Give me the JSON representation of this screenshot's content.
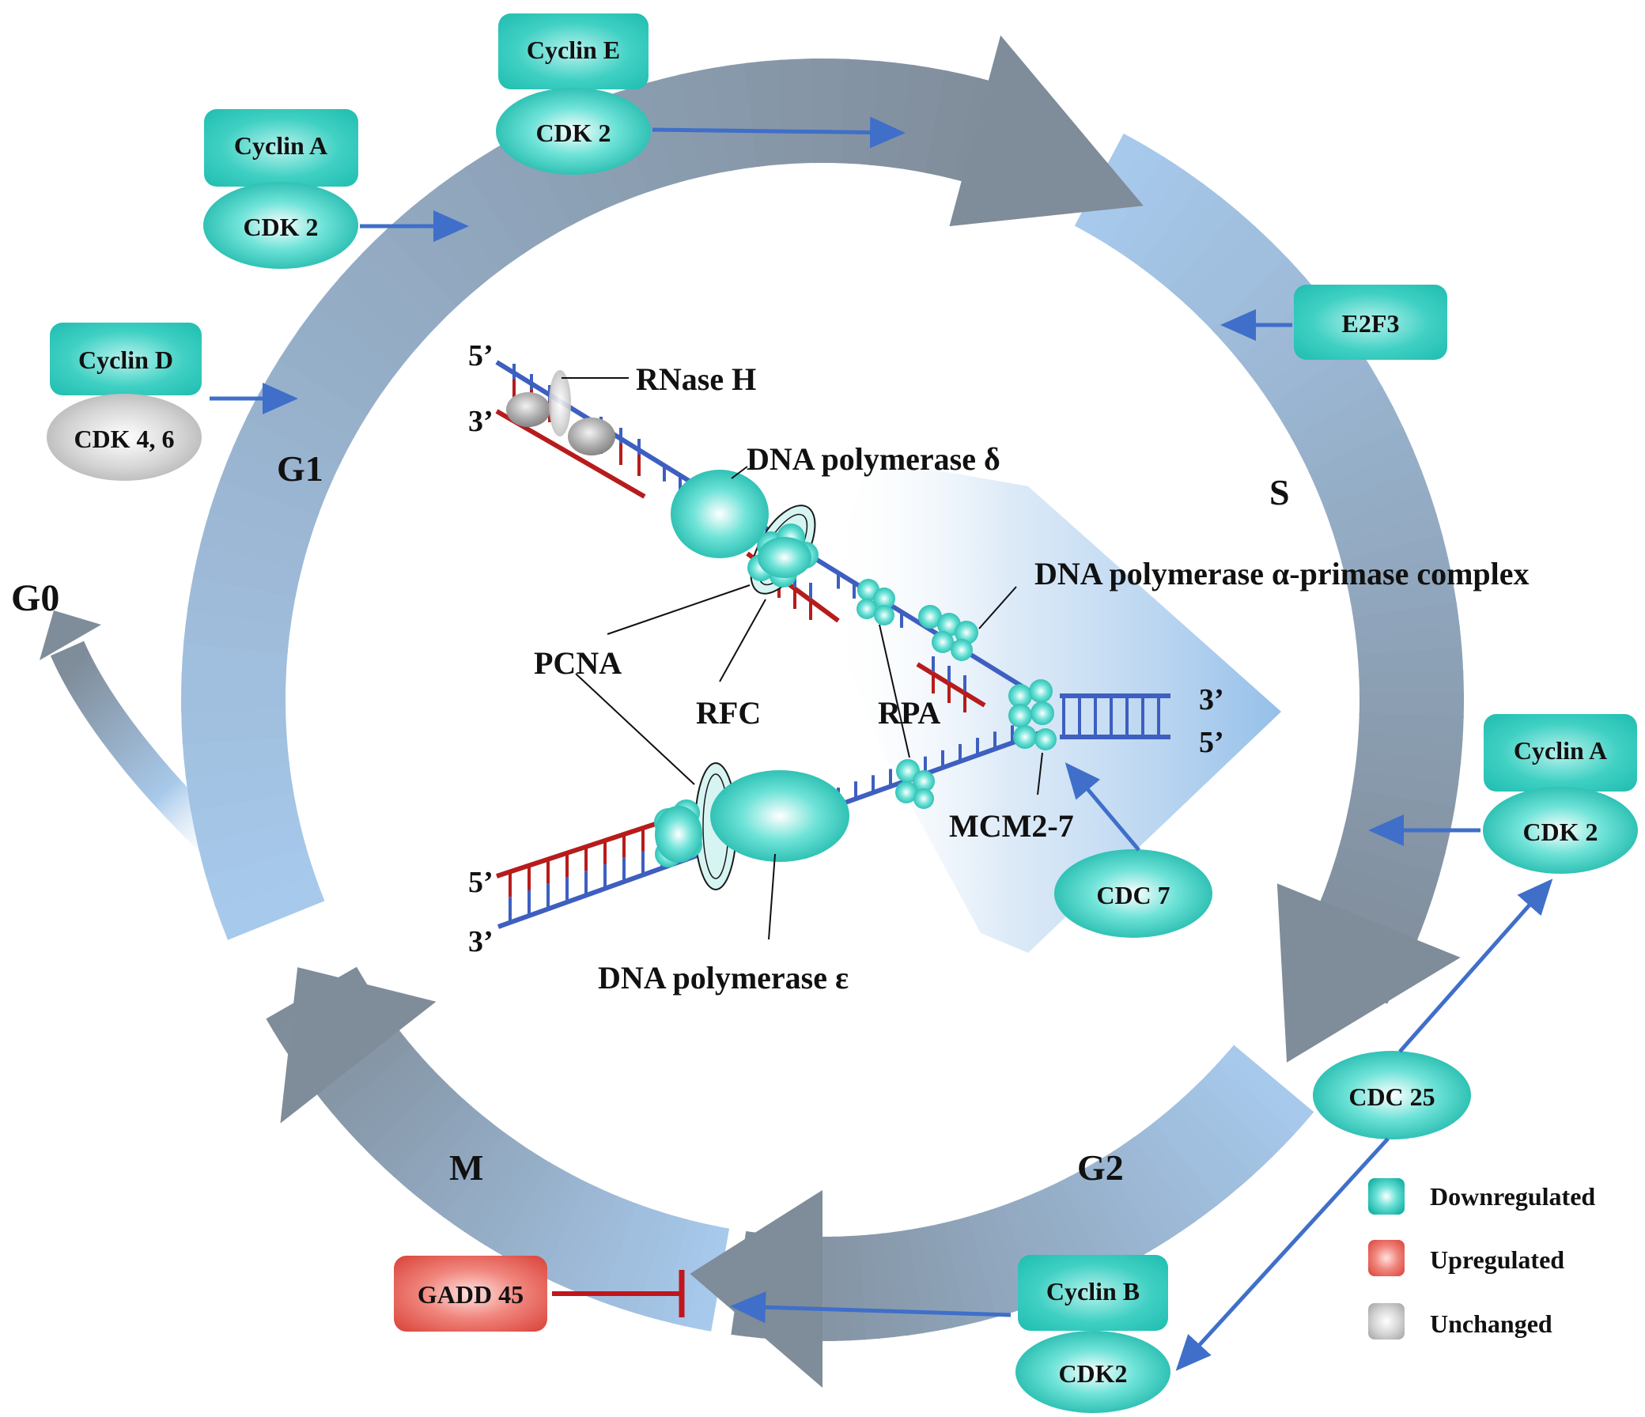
{
  "phases": {
    "g1": "G1",
    "s": "S",
    "g2": "G2",
    "m": "M",
    "g0": "G0"
  },
  "regulators": {
    "cyclin_d": "Cyclin D",
    "cdk46": "CDK 4, 6",
    "cyclin_a_top": "Cyclin A",
    "cdk2_top": "CDK 2",
    "cyclin_e": "Cyclin E",
    "cdk2_e": "CDK 2",
    "e2f3": "E2F3",
    "cyclin_a_right": "Cyclin A",
    "cdk2_right": "CDK 2",
    "cdc7": "CDC 7",
    "cdc25": "CDC 25",
    "cyclin_b": "Cyclin B",
    "cdk2_b": "CDK2",
    "gadd45": "GADD 45"
  },
  "replication": {
    "rnase_h": "RNase H",
    "pol_delta": "DNA polymerase δ",
    "pol_alpha": "DNA polymerase α-primase complex",
    "pcna": "PCNA",
    "rfc": "RFC",
    "rpa": "RPA",
    "mcm": "MCM2-7",
    "pol_epsilon": "DNA polymerase ε",
    "end_top_5": "5’",
    "end_top_3": "3’",
    "end_right_3": "3’",
    "end_right_5": "5’",
    "end_bottom_5": "5’",
    "end_bottom_3": "3’"
  },
  "legend": {
    "down": "Downregulated",
    "up": "Upregulated",
    "unchanged": "Unchanged"
  },
  "colors": {
    "downregulated": "#2ec4b6",
    "upregulated": "#e0524a",
    "unchanged": "#b8b8b8",
    "activation_arrow": "#3f6fc9",
    "inhibition": "#c0161c",
    "strand_template": "#3e5fc0",
    "strand_new": "#b71c1c",
    "cycle_gray": "#7f8c99",
    "cycle_blue": "#a7c9ec"
  }
}
